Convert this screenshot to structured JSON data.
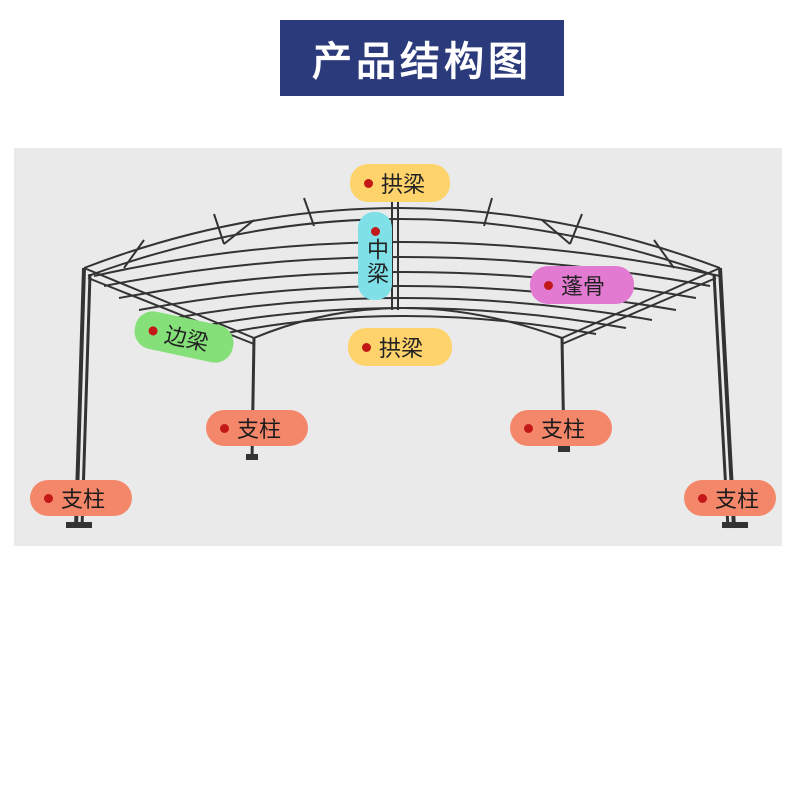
{
  "title": "产品结构图",
  "labels": {
    "arch_beam_top": "拱梁",
    "middle_beam": "中梁",
    "canopy_rib": "蓬骨",
    "edge_beam": "边梁",
    "arch_beam_lower": "拱梁",
    "pillar_inner_left": "支柱",
    "pillar_inner_right": "支柱",
    "pillar_outer_left": "支柱",
    "pillar_outer_right": "支柱"
  },
  "colors": {
    "title_bg": "#2a3a7a",
    "arch_tag": "#ffd36b",
    "middle_tag": "#7fe0e8",
    "rib_tag": "#e27ad2",
    "edge_tag": "#86e07a",
    "pillar_tag": "#f4876a",
    "dot": "#c21818"
  }
}
